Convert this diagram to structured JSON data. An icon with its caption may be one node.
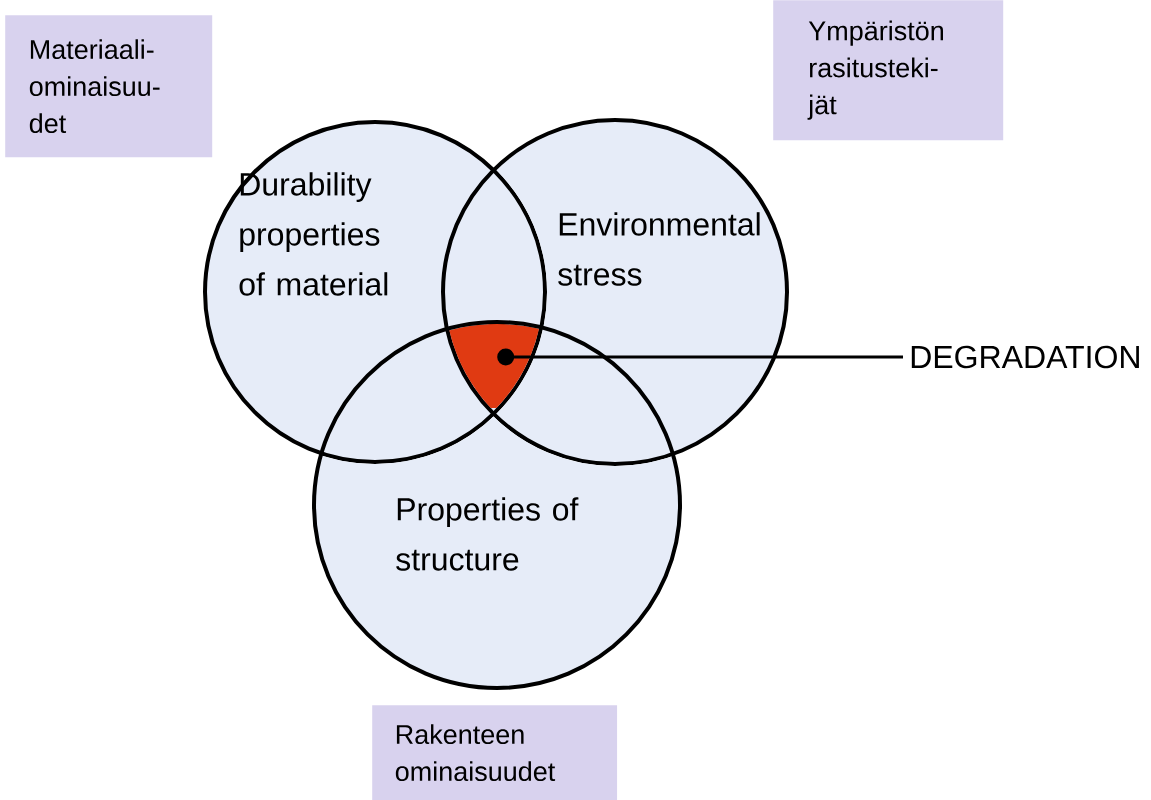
{
  "diagram": {
    "nodes": [
      {
        "text": [
          "Materiaali- ominaisuu- det"
        ]
      },
      {
        "text": [
          "Ympäristön rasitusteki- jät"
        ]
      },
      {
        "text": [
          "Durability properties of material"
        ]
      },
      {
        "text": [
          "Environmental stress"
        ]
      },
      {
        "text": [],
        "shape": "triangle"
      },
      {
        "text": [
          "DEGRADATION"
        ]
      },
      {
        "text": [
          "Properties of structure"
        ]
      },
      {
        "text": [
          "Rakenteen ominaisuudet"
        ]
      }
    ],
    "edges": [
      {
        "from": 5,
        "to": 4,
        "arrow": "other"
      }
    ]
  }
}
